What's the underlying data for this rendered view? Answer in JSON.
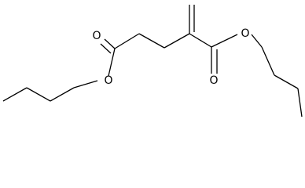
{
  "molecule": {
    "atoms": {
      "o_carbonyl_left": "O",
      "o_ester_left": "O",
      "o_carbonyl_right": "O",
      "o_ester_right": "O"
    }
  }
}
